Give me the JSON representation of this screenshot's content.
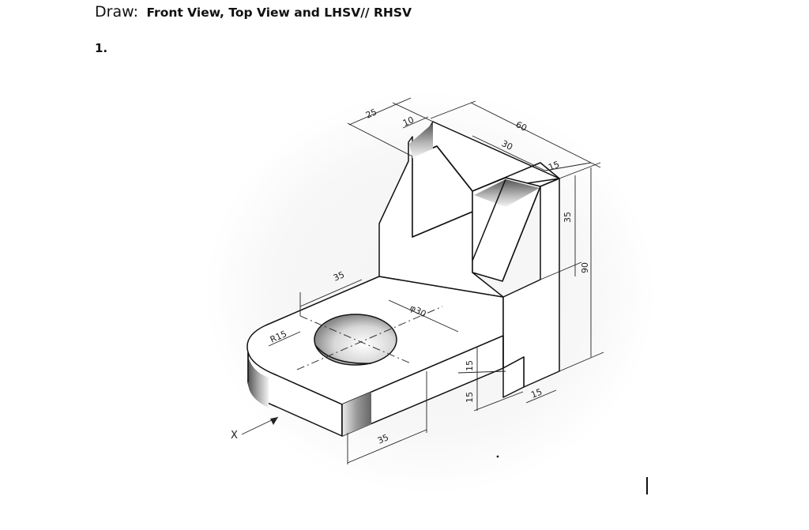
{
  "heading": {
    "lead": "Draw:",
    "task": "Front View, Top View and LHSV// RHSV"
  },
  "question_number": "1.",
  "dimensions": {
    "d25": "25",
    "d10": "10",
    "d60": "60",
    "d30": "30",
    "d15_top": "15",
    "d35_right": "35",
    "d90": "90",
    "d35_base": "35",
    "phi30": "φ30",
    "r15": "R15",
    "d15_v1": "15",
    "d15_v2": "15",
    "d15_notch": "15",
    "d35_bottom": "35"
  },
  "direction_marker": "X"
}
